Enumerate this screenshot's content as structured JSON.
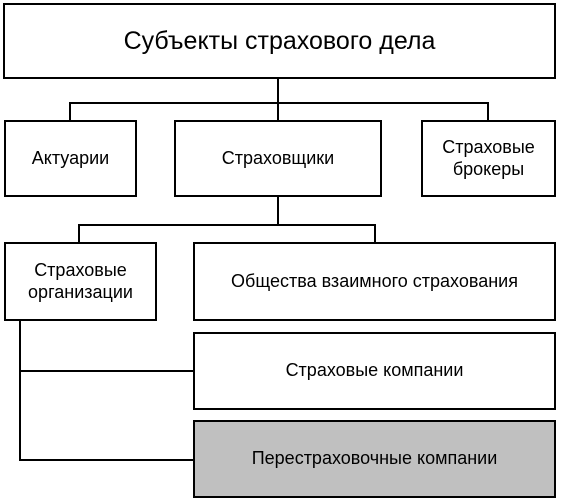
{
  "diagram": {
    "root": {
      "label": "Субъекты страхового дела"
    },
    "level1": {
      "actuaries": "Актуарии",
      "insurers": "Страховщики",
      "brokers": "Страховые\nброкеры"
    },
    "level2": {
      "organizations": "Страховые\nорганизации",
      "mutual_societies": "Общества взаимного страхования"
    },
    "level3": {
      "insurance_companies": "Страховые компании",
      "reinsurance_companies": "Перестраховочные компании"
    },
    "colors": {
      "border": "#000000",
      "box_fill": "#ffffff",
      "highlight_fill": "#c0c0c0"
    }
  }
}
